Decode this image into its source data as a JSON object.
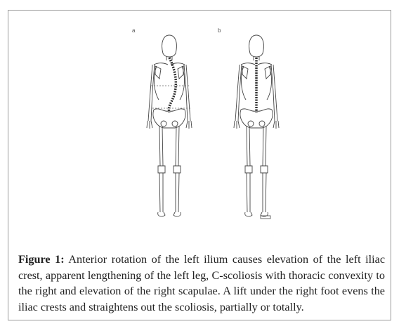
{
  "figure": {
    "panel_a_label": "a",
    "panel_b_label": "b",
    "caption_label": "Figure 1:",
    "caption_text": "Anterior rotation of the left ilium causes elevation of the left iliac crest, apparent lengthening of the left leg, C-scoliosis with thoracic convexity to the right and elevation of the right scapulae. A lift under the right foot evens the iliac crests and straightens out the scoliosis, partially or totally."
  }
}
